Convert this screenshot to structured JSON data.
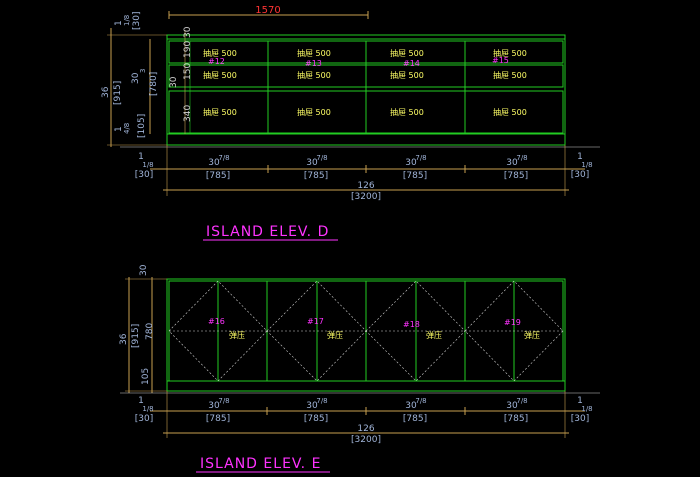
{
  "colors": {
    "background": "#000000",
    "cabinet": "#22cc22",
    "dimension": "#a0b4d8",
    "extension": "#c8a050",
    "drawer_label": "#ffff66",
    "tag": "#ff33ff",
    "title": "#ff33ff",
    "red_dim": "#ff3333",
    "hidden_line": "#d0d0d0"
  },
  "top_dim": "1570",
  "elev_d": {
    "title": "ISLAND ELEV. D",
    "drawer_label": "抽屉 500",
    "tags": [
      "#12",
      "#13",
      "#14",
      "#15"
    ],
    "vert_dims_outer": [
      "1",
      "1/8",
      "[30]",
      "36",
      "[915]",
      "1",
      "4/8",
      "[105]"
    ],
    "vert_dims_inner": [
      "30",
      "3",
      "[780]"
    ],
    "section_heights": [
      "30",
      "190",
      "150",
      "30",
      "340"
    ],
    "bottom_fracs": [
      "1",
      "1/8",
      "[30]",
      "30",
      "7/8",
      "[785]",
      "30",
      "7/8",
      "[785]",
      "30",
      "7/8",
      "[785]",
      "30",
      "7/8",
      "[785]",
      "1",
      "1/8",
      "[30]"
    ],
    "overall_width": "126",
    "overall_width_mm": "[3200]"
  },
  "elev_e": {
    "title": "ISLAND ELEV. E",
    "door_label": "弹压",
    "tags": [
      "#16",
      "#17",
      "#18",
      "#19"
    ],
    "vert_dims_outer": [
      "36",
      "[915]",
      "30",
      "780",
      "105"
    ],
    "bottom_fracs": [
      "1",
      "1/8",
      "[30]",
      "30",
      "7/8",
      "[785]",
      "30",
      "7/8",
      "[785]",
      "30",
      "7/8",
      "[785]",
      "30",
      "7/8",
      "[785]",
      "1",
      "1/8",
      "[30]"
    ],
    "overall_width": "126",
    "overall_width_mm": "[3200]"
  }
}
